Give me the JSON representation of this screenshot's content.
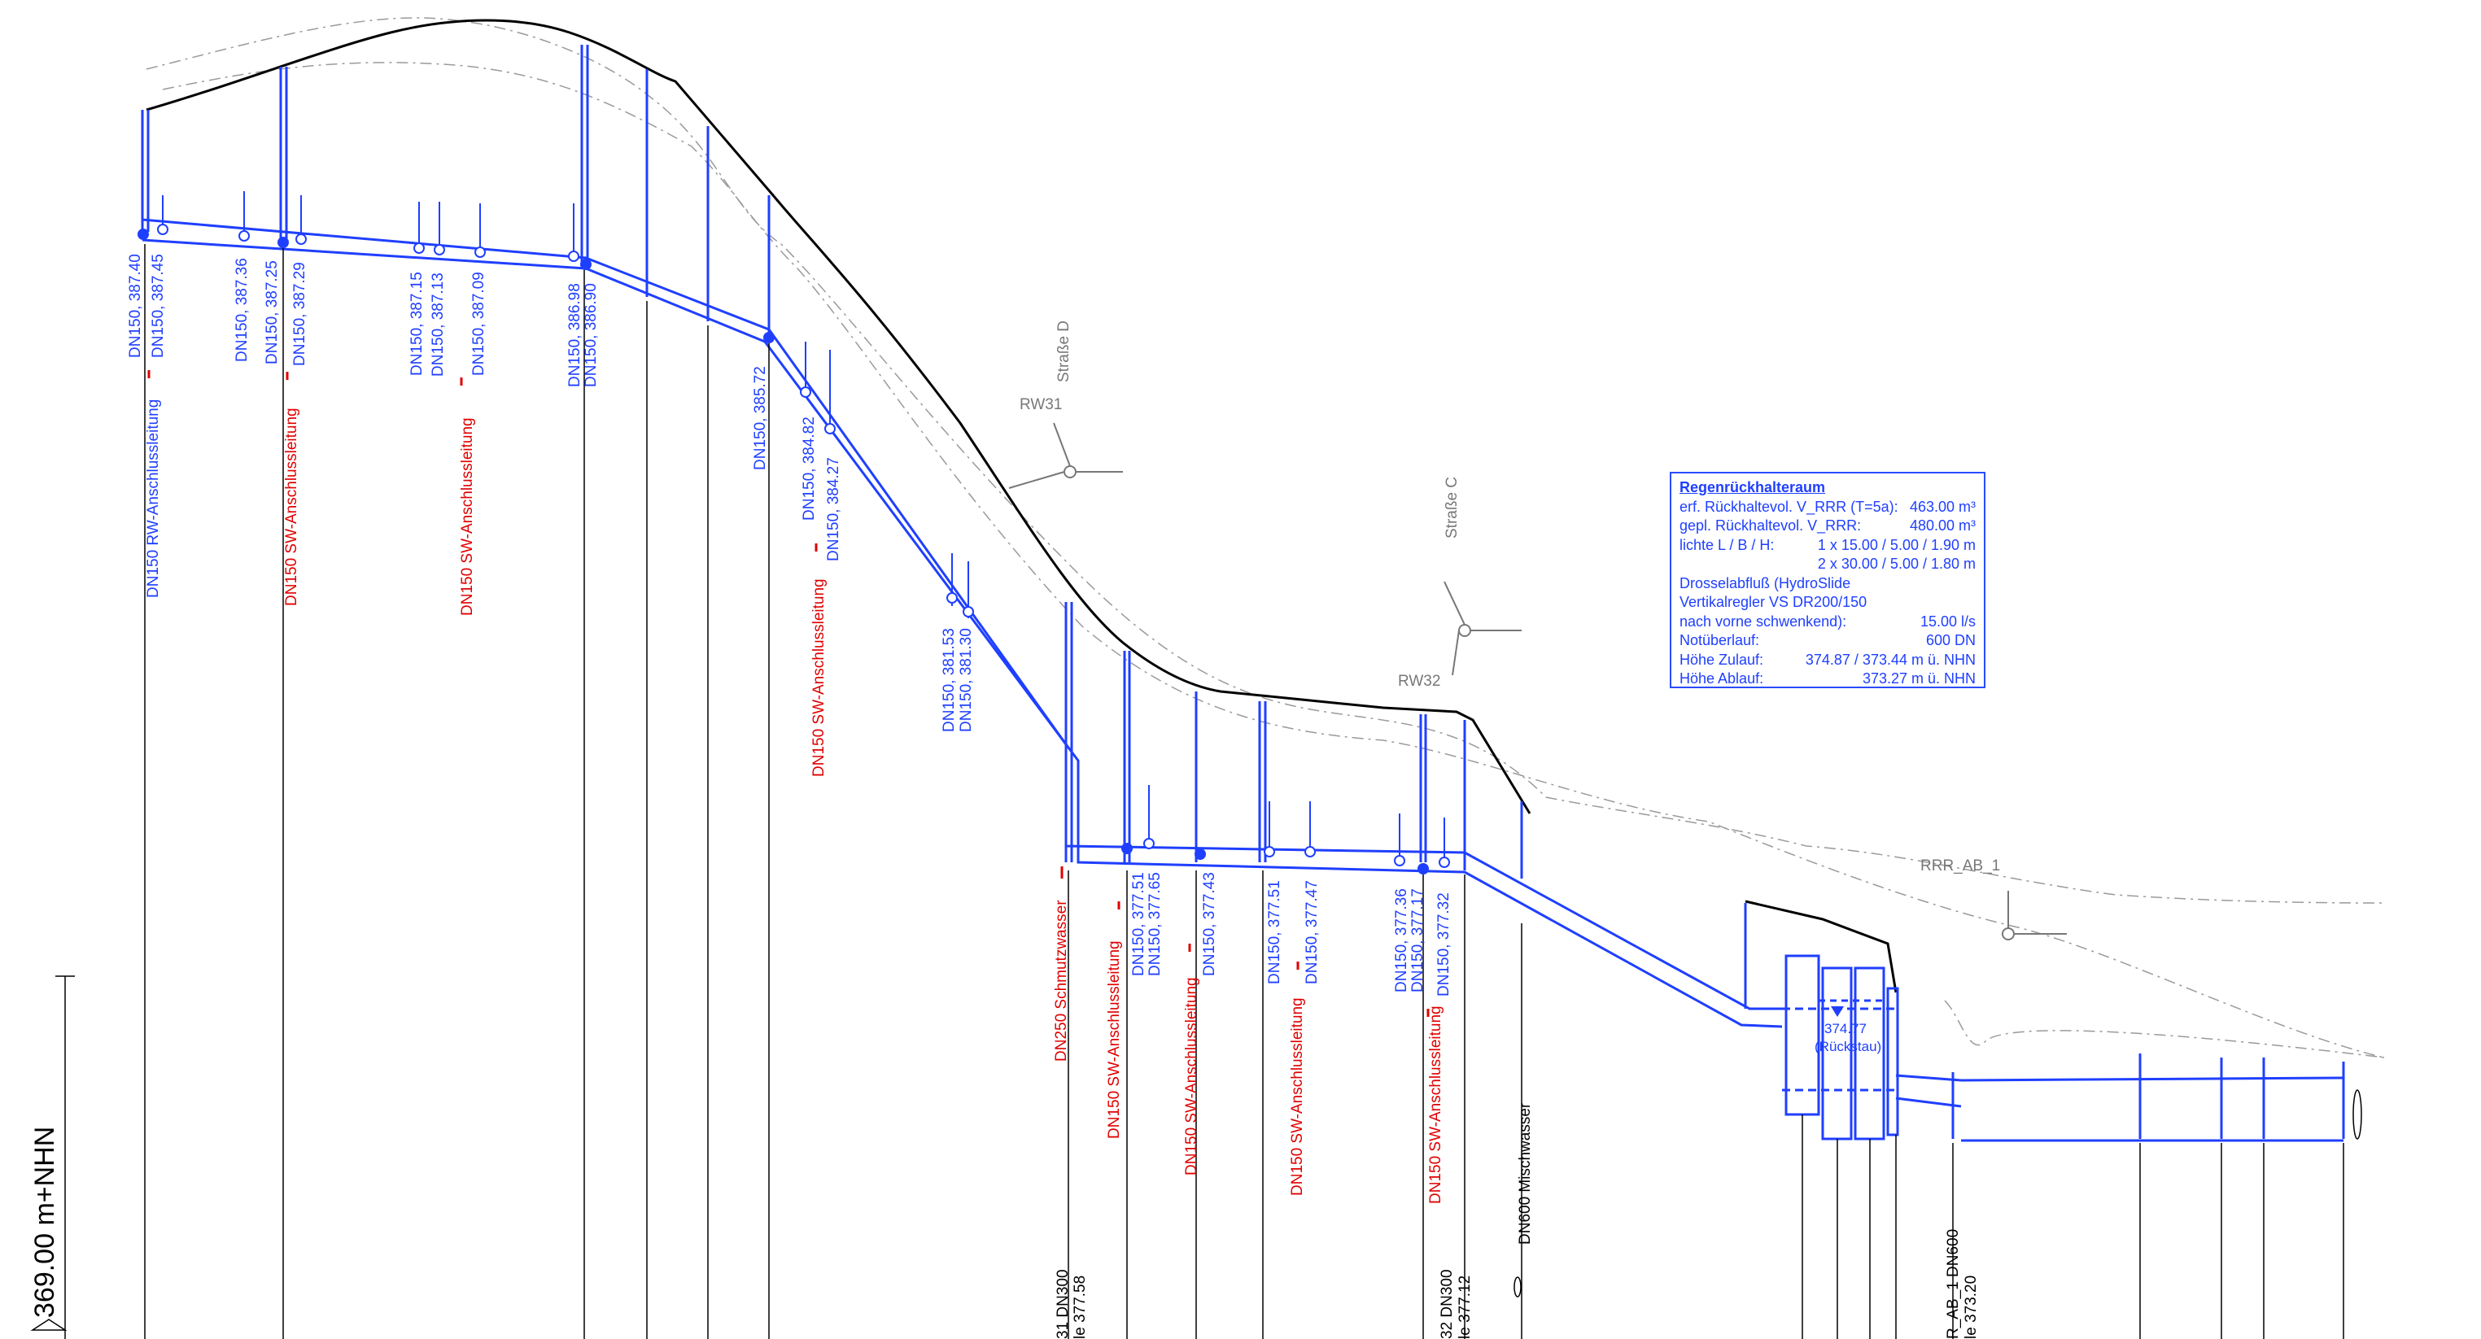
{
  "elevation_label": "369.00 m+NHN",
  "street_labels": {
    "d": "Straße D",
    "c": "Straße C"
  },
  "node_labels": {
    "rw31": "RW31",
    "rw32": "RW32",
    "rrr_ab_1": "RRR_AB_1"
  },
  "retention_box": {
    "title": "Regenrückhalteraum",
    "rows": [
      {
        "label": "erf. Rückhaltevol. V_RRR (T=5a):",
        "value": "463.00 m³"
      },
      {
        "label": "gepl. Rückhaltevol. V_RRR:",
        "value": "480.00 m³"
      },
      {
        "label": "lichte L / B / H:",
        "value": "1 x  15.00 / 5.00 / 1.90 m"
      },
      {
        "label": "",
        "value": "2 x  30.00 / 5.00 / 1.80 m"
      },
      {
        "label": "Drosselabfluß (HydroSlide",
        "value": ""
      },
      {
        "label": "Vertikalregler VS DR200/150",
        "value": ""
      },
      {
        "label": "nach vorne schwenkend):",
        "value": "15.00 l/s"
      },
      {
        "label": "Notüberlauf:",
        "value": "600 DN"
      },
      {
        "label": "Höhe Zulauf:",
        "value": "374.87 / 373.44 m ü. NHN"
      },
      {
        "label": "Höhe Ablauf:",
        "value": "373.27 m ü. NHN"
      }
    ]
  },
  "water_level": {
    "value": "374.77",
    "note": "(Rückstau)"
  },
  "connection_labels_blue": [
    "DN150, 387.40",
    "DN150, 387.45",
    "DN150, 387.36",
    "DN150, 387.25",
    "DN150, 387.29",
    "DN150, 387.15",
    "DN150, 387.13",
    "DN150, 387.09",
    "DN150, 386.98",
    "DN150, 386.90",
    "DN150, 385.72",
    "DN150, 384.82",
    "DN150, 384.27",
    "DN150, 381.53",
    "DN150, 381.30",
    "DN150, 377.51",
    "DN150, 377.65",
    "DN150, 377.43",
    "DN150, 377.51",
    "DN150, 377.47",
    "DN150, 377.36",
    "DN150, 377.17",
    "DN150, 377.32"
  ],
  "line_labels": {
    "rw_anschluss": "DN150 RW-Anschlussleitung",
    "sw_anschluss": "DN150 SW-Anschlussleitung",
    "dn250": "DN250 Schmutzwasser",
    "dn600": "DN600 Mischwasser"
  },
  "bottom_labels": {
    "a1": "31 DN300",
    "a2": "le 377.58",
    "b1": "32 DN300",
    "b2": "le 377.12",
    "c1": "R_AB_1 DN600",
    "c2": "le 373.20"
  },
  "colors": {
    "pipe": "#1f3fff",
    "terrain": "#000000",
    "existing": "#9a9a9a",
    "sewage": "#e00000"
  }
}
